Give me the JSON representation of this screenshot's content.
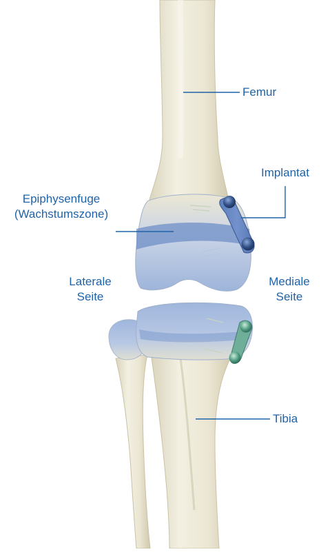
{
  "labels": {
    "femur": "Femur",
    "implantat": "Implantat",
    "epiphysenfuge_line1": "Epiphysenfuge",
    "epiphysenfuge_line2": "(Wachstumszone)",
    "laterale_line1": "Laterale",
    "laterale_line2": "Seite",
    "mediale_line1": "Mediale",
    "mediale_line2": "Seite",
    "tibia": "Tibia"
  },
  "colors": {
    "label_text": "#1e63a8",
    "leader_line": "#1e63a8",
    "bone": "#ece8d6",
    "bone_shadow": "#cfc9b0",
    "growth_plate": "#6d8fc6",
    "cartilage": "#a9bfe0",
    "implant_upper": "#3d5e94",
    "implant_lower": "#5fa08e"
  }
}
